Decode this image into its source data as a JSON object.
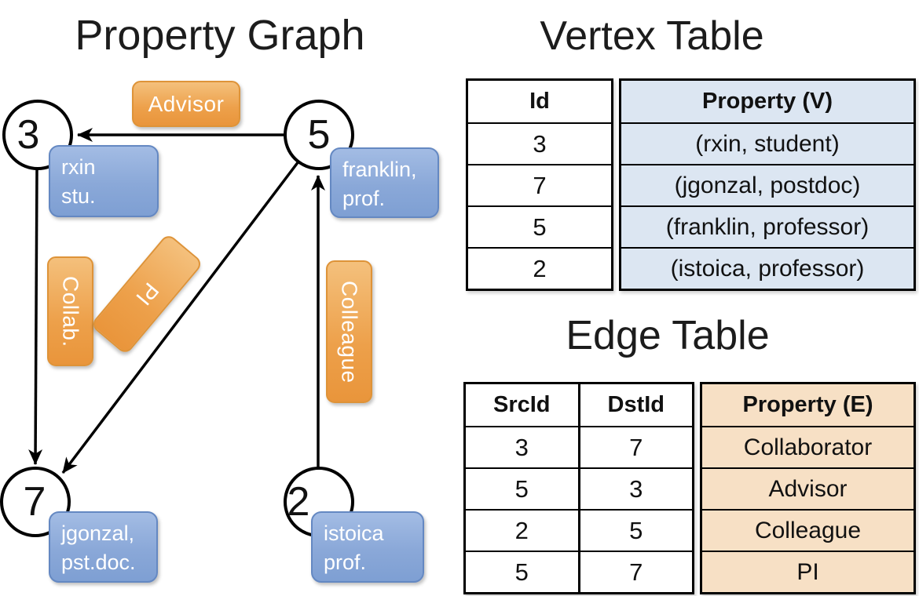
{
  "graph": {
    "title": "Property Graph",
    "nodes": [
      {
        "id": "3",
        "line1": "rxin",
        "line2": "stu."
      },
      {
        "id": "5",
        "line1": "franklin,",
        "line2": "prof."
      },
      {
        "id": "7",
        "line1": "jgonzal,",
        "line2": "pst.doc."
      },
      {
        "id": "2",
        "line1": "istoica",
        "line2": "prof."
      }
    ],
    "edge_labels": {
      "advisor": "Advisor",
      "collab": "Collab.",
      "pi": "PI",
      "colleague": "Colleague"
    },
    "edges": [
      {
        "from": "5",
        "to": "3",
        "label": "Advisor"
      },
      {
        "from": "3",
        "to": "7",
        "label": "Collab."
      },
      {
        "from": "5",
        "to": "7",
        "label": "PI"
      },
      {
        "from": "2",
        "to": "5",
        "label": "Colleague"
      }
    ]
  },
  "vertex_table": {
    "title": "Vertex Table",
    "columns": [
      "Id",
      "Property (V)"
    ],
    "rows": [
      [
        "3",
        "(rxin, student)"
      ],
      [
        "7",
        "(jgonzal, postdoc)"
      ],
      [
        "5",
        "(franklin, professor)"
      ],
      [
        "2",
        "(istoica, professor)"
      ]
    ]
  },
  "edge_table": {
    "title": "Edge Table",
    "columns": [
      "SrcId",
      "DstId",
      "Property (E)"
    ],
    "rows": [
      [
        "3",
        "7",
        "Collaborator"
      ],
      [
        "5",
        "3",
        "Advisor"
      ],
      [
        "2",
        "5",
        "Colleague"
      ],
      [
        "5",
        "7",
        "PI"
      ]
    ]
  },
  "colors": {
    "edge_label_fill_top": "#f4c07c",
    "edge_label_fill_bottom": "#e9953b",
    "edge_label_border": "#de9338",
    "node_label_fill_top": "#a3bce4",
    "node_label_fill_bottom": "#7e9fd3",
    "node_label_border": "#6488c2",
    "vertex_property_fill": "#dce6f2",
    "edge_property_fill": "#f7e0c5",
    "line_color": "#000000",
    "text_on_labels": "#ffffff"
  }
}
